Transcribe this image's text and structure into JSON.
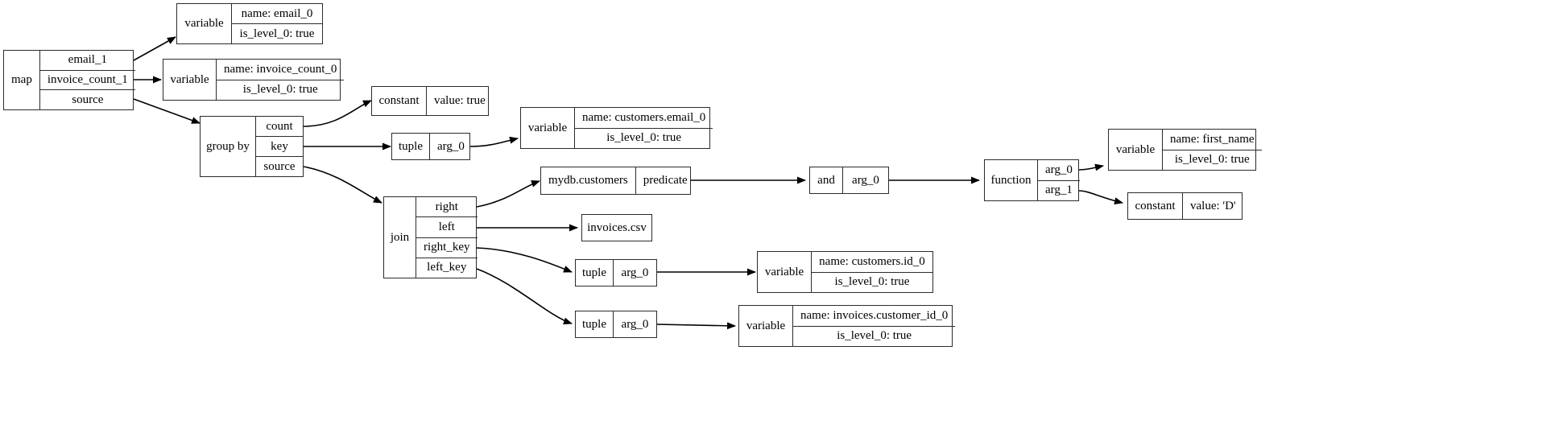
{
  "diagram": {
    "type": "query-plan-graph",
    "title": "",
    "style": {
      "node_border": "#2b2b2b",
      "background": "#ffffff",
      "edge": "#000000"
    },
    "nodes": [
      {
        "id": "map",
        "label": "map",
        "fields": [
          "email_1",
          "invoice_count_1",
          "source"
        ]
      },
      {
        "id": "var_email0",
        "label": "variable",
        "fields": [
          "name: email_0",
          "is_level_0: true"
        ]
      },
      {
        "id": "var_ic0",
        "label": "variable",
        "fields": [
          "name: invoice_count_0",
          "is_level_0: true"
        ]
      },
      {
        "id": "groupby",
        "label": "group by",
        "fields": [
          "count",
          "key",
          "source"
        ]
      },
      {
        "id": "const_true",
        "label": "constant",
        "fields": [
          "value: true"
        ]
      },
      {
        "id": "tuple_a",
        "label": "tuple",
        "fields": [
          "arg_0"
        ]
      },
      {
        "id": "var_cem0",
        "label": "variable",
        "fields": [
          "name: customers.email_0",
          "is_level_0: true"
        ]
      },
      {
        "id": "join",
        "label": "join",
        "fields": [
          "right",
          "left",
          "right_key",
          "left_key"
        ]
      },
      {
        "id": "mydb_cust",
        "label": "mydb.customers",
        "fields": [
          "predicate"
        ]
      },
      {
        "id": "invoices",
        "label": "invoices.csv",
        "fields": []
      },
      {
        "id": "and",
        "label": "and",
        "fields": [
          "arg_0"
        ]
      },
      {
        "id": "function",
        "label": "function",
        "fields": [
          "arg_0",
          "arg_1"
        ]
      },
      {
        "id": "var_first",
        "label": "variable",
        "fields": [
          "name: first_name",
          "is_level_0: true"
        ]
      },
      {
        "id": "const_d",
        "label": "constant",
        "fields": [
          "value: 'D'"
        ]
      },
      {
        "id": "tuple_b",
        "label": "tuple",
        "fields": [
          "arg_0"
        ]
      },
      {
        "id": "var_cid0",
        "label": "variable",
        "fields": [
          "name: customers.id_0",
          "is_level_0: true"
        ]
      },
      {
        "id": "tuple_c",
        "label": "tuple",
        "fields": [
          "arg_0"
        ]
      },
      {
        "id": "var_icid0",
        "label": "variable",
        "fields": [
          "name: invoices.customer_id_0",
          "is_level_0: true"
        ]
      }
    ],
    "edges": [
      {
        "from": "map",
        "from_port": "email_1",
        "to": "var_email0"
      },
      {
        "from": "map",
        "from_port": "invoice_count_1",
        "to": "var_ic0"
      },
      {
        "from": "map",
        "from_port": "source",
        "to": "groupby"
      },
      {
        "from": "groupby",
        "from_port": "count",
        "to": "const_true"
      },
      {
        "from": "groupby",
        "from_port": "key",
        "to": "tuple_a"
      },
      {
        "from": "groupby",
        "from_port": "source",
        "to": "join"
      },
      {
        "from": "tuple_a",
        "from_port": "arg_0",
        "to": "var_cem0"
      },
      {
        "from": "join",
        "from_port": "right",
        "to": "mydb_cust"
      },
      {
        "from": "join",
        "from_port": "left",
        "to": "invoices"
      },
      {
        "from": "join",
        "from_port": "right_key",
        "to": "tuple_b"
      },
      {
        "from": "join",
        "from_port": "left_key",
        "to": "tuple_c"
      },
      {
        "from": "mydb_cust",
        "from_port": "predicate",
        "to": "and"
      },
      {
        "from": "and",
        "from_port": "arg_0",
        "to": "function"
      },
      {
        "from": "function",
        "from_port": "arg_0",
        "to": "var_first"
      },
      {
        "from": "function",
        "from_port": "arg_1",
        "to": "const_d"
      },
      {
        "from": "tuple_b",
        "from_port": "arg_0",
        "to": "var_cid0"
      },
      {
        "from": "tuple_c",
        "from_port": "arg_0",
        "to": "var_icid0"
      }
    ]
  }
}
